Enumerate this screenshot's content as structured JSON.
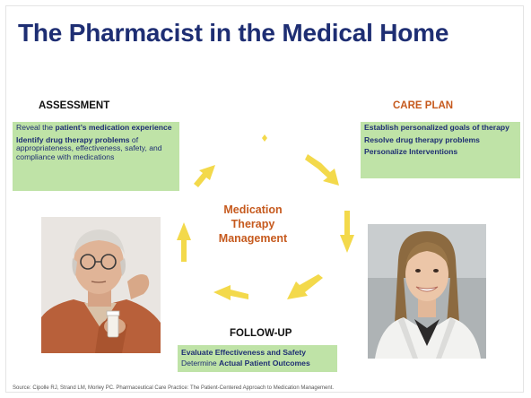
{
  "slide": {
    "title": "The Pharmacist in the Medical Home",
    "center_label": [
      "Medication",
      "Therapy",
      "Management"
    ],
    "assessment": {
      "heading": "ASSESSMENT",
      "line1_pre": "Reveal the ",
      "line1_bold": "patient’s medication experience",
      "line2_bold": "Identify drug therapy problems",
      "line2_rest": " of appropriateness, effectiveness, safety, and compliance with medications"
    },
    "care_plan": {
      "heading": "CARE PLAN",
      "items": [
        "Establish personalized goals of therapy",
        "Resolve drug therapy problems",
        "Personalize Interventions"
      ]
    },
    "follow_up": {
      "heading": "FOLLOW-UP",
      "line1": "Evaluate Effectiveness and Safety",
      "line2_pre": "Determine ",
      "line2_bold": "Actual Patient Outcomes"
    },
    "footer": "Source: Cipolle RJ, Strand LM, Morley PC. Pharmaceutical Care Practice: The Patient-Centered Approach to Medication Management.",
    "colors": {
      "title": "#1e2e73",
      "accent_orange": "#c65a1e",
      "box_green": "#bfe3a7",
      "arrow_yellow": "#f3d94b"
    },
    "images": [
      {
        "name": "elderly-man-with-pill-bottle-photo",
        "description": "older man in glasses holding a medication bottle"
      },
      {
        "name": "pharmacist-woman-photo",
        "description": "smiling woman in a white coat"
      }
    ]
  }
}
